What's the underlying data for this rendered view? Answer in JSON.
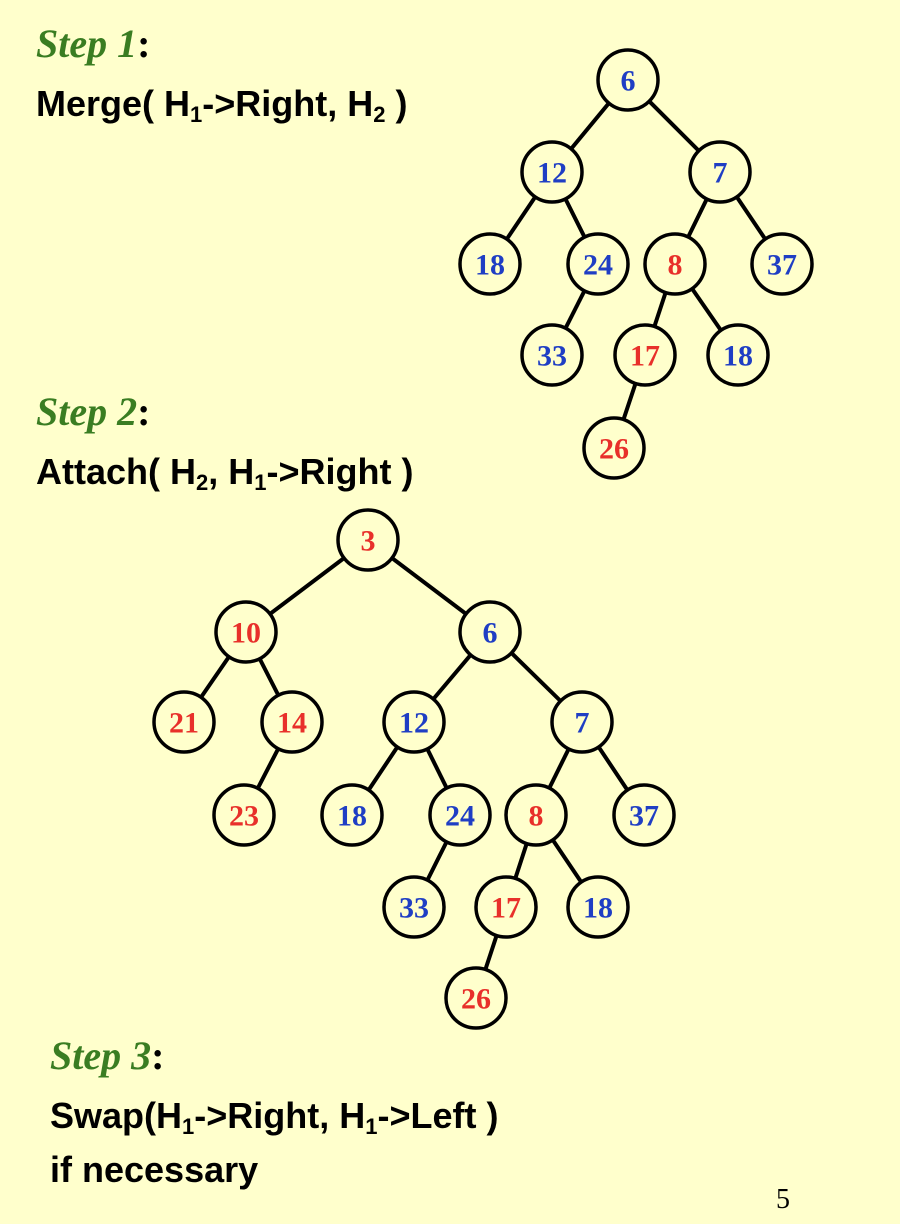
{
  "steps": [
    {
      "title_word": "Step 1",
      "colon": ":",
      "line1": {
        "pre": "Merge( H",
        "sub1": "1",
        "mid": "->Right, H",
        "sub2": "2",
        "post": " )"
      }
    },
    {
      "title_word": "Step 2",
      "colon": ":",
      "line1": {
        "pre": "Attach( H",
        "sub1": "2",
        "mid": ", H",
        "sub2": "1",
        "post": "->Right )"
      }
    },
    {
      "title_word": "Step 3",
      "colon": ":",
      "line1": {
        "pre": "Swap(H",
        "sub1": "1",
        "mid": "->Right, H",
        "sub2": "1",
        "post": "->Left )"
      },
      "line2": "if necessary"
    }
  ],
  "page_number": "5",
  "colors": {
    "red": "#e8302a",
    "blue": "#1f3ec4",
    "title_green": "#3a7d22",
    "background": "#ffffcc"
  },
  "trees": [
    {
      "id": "tree1",
      "nodes": [
        {
          "id": "a",
          "label": "6",
          "color": "blue"
        },
        {
          "id": "b",
          "label": "12",
          "color": "blue"
        },
        {
          "id": "c",
          "label": "7",
          "color": "blue"
        },
        {
          "id": "d",
          "label": "18",
          "color": "blue"
        },
        {
          "id": "e",
          "label": "24",
          "color": "blue"
        },
        {
          "id": "f",
          "label": "8",
          "color": "red"
        },
        {
          "id": "g",
          "label": "37",
          "color": "blue"
        },
        {
          "id": "h",
          "label": "33",
          "color": "blue"
        },
        {
          "id": "i",
          "label": "17",
          "color": "red"
        },
        {
          "id": "j",
          "label": "18",
          "color": "blue"
        },
        {
          "id": "k",
          "label": "26",
          "color": "red"
        }
      ],
      "edges": [
        [
          "a",
          "b"
        ],
        [
          "a",
          "c"
        ],
        [
          "b",
          "d"
        ],
        [
          "b",
          "e"
        ],
        [
          "c",
          "f"
        ],
        [
          "c",
          "g"
        ],
        [
          "e",
          "h"
        ],
        [
          "f",
          "i"
        ],
        [
          "f",
          "j"
        ],
        [
          "i",
          "k"
        ]
      ]
    },
    {
      "id": "tree2",
      "nodes": [
        {
          "id": "r",
          "label": "3",
          "color": "red"
        },
        {
          "id": "n10",
          "label": "10",
          "color": "red"
        },
        {
          "id": "n6",
          "label": "6",
          "color": "blue"
        },
        {
          "id": "n21",
          "label": "21",
          "color": "red"
        },
        {
          "id": "n14",
          "label": "14",
          "color": "red"
        },
        {
          "id": "n12",
          "label": "12",
          "color": "blue"
        },
        {
          "id": "n7",
          "label": "7",
          "color": "blue"
        },
        {
          "id": "n23",
          "label": "23",
          "color": "red"
        },
        {
          "id": "n18a",
          "label": "18",
          "color": "blue"
        },
        {
          "id": "n24",
          "label": "24",
          "color": "blue"
        },
        {
          "id": "n8",
          "label": "8",
          "color": "red"
        },
        {
          "id": "n37",
          "label": "37",
          "color": "blue"
        },
        {
          "id": "n33",
          "label": "33",
          "color": "blue"
        },
        {
          "id": "n17",
          "label": "17",
          "color": "red"
        },
        {
          "id": "n18b",
          "label": "18",
          "color": "blue"
        },
        {
          "id": "n26",
          "label": "26",
          "color": "red"
        }
      ],
      "edges": [
        [
          "r",
          "n10"
        ],
        [
          "r",
          "n6"
        ],
        [
          "n10",
          "n21"
        ],
        [
          "n10",
          "n14"
        ],
        [
          "n14",
          "n23"
        ],
        [
          "n6",
          "n12"
        ],
        [
          "n6",
          "n7"
        ],
        [
          "n12",
          "n18a"
        ],
        [
          "n12",
          "n24"
        ],
        [
          "n7",
          "n8"
        ],
        [
          "n7",
          "n37"
        ],
        [
          "n24",
          "n33"
        ],
        [
          "n8",
          "n17"
        ],
        [
          "n8",
          "n18b"
        ],
        [
          "n17",
          "n26"
        ]
      ]
    }
  ]
}
